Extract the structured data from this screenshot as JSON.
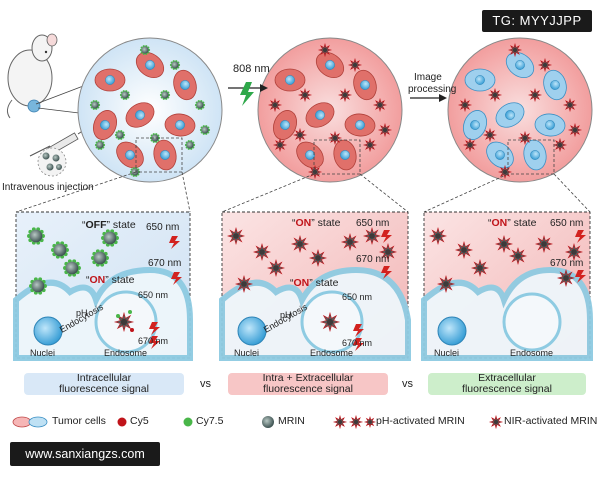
{
  "watermark_top": "TG: MYYJJPP",
  "watermark_bottom": "www.sanxiangzs.com",
  "top": {
    "injection_label": "Intravenous injection",
    "laser_label": "808 nm",
    "processing_label_line1": "Image",
    "processing_label_line2": "processing"
  },
  "panels": {
    "left": {
      "state_quote_open": "“",
      "state_word": "OFF",
      "state_suffix": "” state",
      "on_word": "ON",
      "on_suffix": "” state",
      "wavelength_ex": "650 nm",
      "wavelength_em": "670 nm",
      "inner_ex": "650 nm",
      "inner_em": "670 nm",
      "ph_label": "pH",
      "endocytosis_label": "Endocytosis",
      "nuclei_label": "Nuclei",
      "endosome_label": "Endosome"
    },
    "middle": {
      "state_word": "ON",
      "state_suffix": "” state",
      "on_word": "ON",
      "on_suffix": "” state",
      "wavelength_ex": "650 nm",
      "wavelength_em": "670 nm",
      "inner_ex": "650 nm",
      "inner_em": "670 nm",
      "ph_label": "pH",
      "endocytosis_label": "Endocytosis",
      "nuclei_label": "Nuclei",
      "endosome_label": "Endosome"
    },
    "right": {
      "state_word": "ON",
      "state_suffix": "” state",
      "wavelength_ex": "650 nm",
      "wavelength_em": "670 nm",
      "nuclei_label": "Nuclei",
      "endosome_label": "Endosome"
    }
  },
  "signal_boxes": [
    {
      "line1": "Intracellular",
      "line2": "fluorescence signal",
      "color": "#d9e8f7"
    },
    {
      "line1": "Intra + Extracellular",
      "line2": "fluorescence signal",
      "color": "#f7c6c6"
    },
    {
      "line1": "Extracellular",
      "line2": "fluorescence signal",
      "color": "#cdeecb"
    }
  ],
  "vs_label": "vs",
  "legend": {
    "tumor_cells": "Tumor cells",
    "cy5": "Cy5",
    "cy75": "Cy7.5",
    "mrin": "MRIN",
    "ph_mrin": "pH-activated MRIN",
    "nir_mrin": "NIR-activated MRIN"
  },
  "colors": {
    "blue_bg": "#dbe9f6",
    "pink_bg": "#f6c9c9",
    "cell_red": "#e0706a",
    "cell_blue": "#9fd0ee",
    "membrane": "#8ecbe2",
    "cy5": "#c0141a",
    "cy75": "#49b649",
    "mrin": "#5a6f6e",
    "laser": "#2ea84a"
  }
}
